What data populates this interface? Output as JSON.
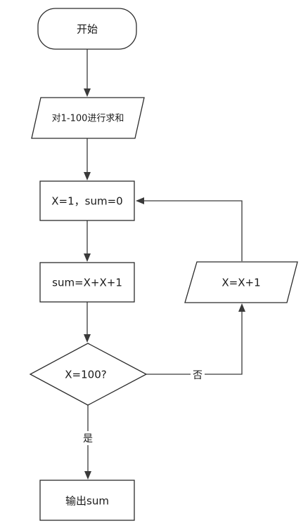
{
  "nodes": {
    "start": {
      "label": "开始"
    },
    "input": {
      "label": "对1-100进行求和"
    },
    "init": {
      "label": "X=1，sum=0"
    },
    "accumulate": {
      "label": "sum=X+X+1"
    },
    "increment": {
      "label": "X=X+1"
    },
    "decision": {
      "label": "X=100?"
    },
    "output": {
      "label": "输出sum"
    }
  },
  "edges": {
    "yes": {
      "label": "是"
    },
    "no": {
      "label": "否"
    }
  }
}
